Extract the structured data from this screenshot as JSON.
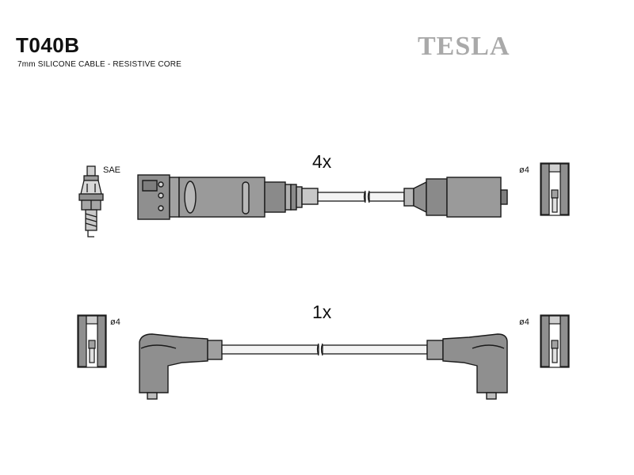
{
  "header": {
    "part_code": "T040B",
    "subtitle": "7mm SILICONE CABLE - RESISTIVE CORE",
    "brand": "TESLA"
  },
  "cable_sets": [
    {
      "quantity": "4x",
      "spark_plug_label": "SAE",
      "terminal_label": "ø4"
    },
    {
      "quantity": "1x",
      "left_terminal_label": "ø4",
      "right_terminal_label": "ø4"
    }
  ],
  "colors": {
    "part_fill": "#8f8f8f",
    "part_light": "#c4c4c4",
    "outline": "#1a1a1a",
    "brand": "#a9a9a9"
  }
}
